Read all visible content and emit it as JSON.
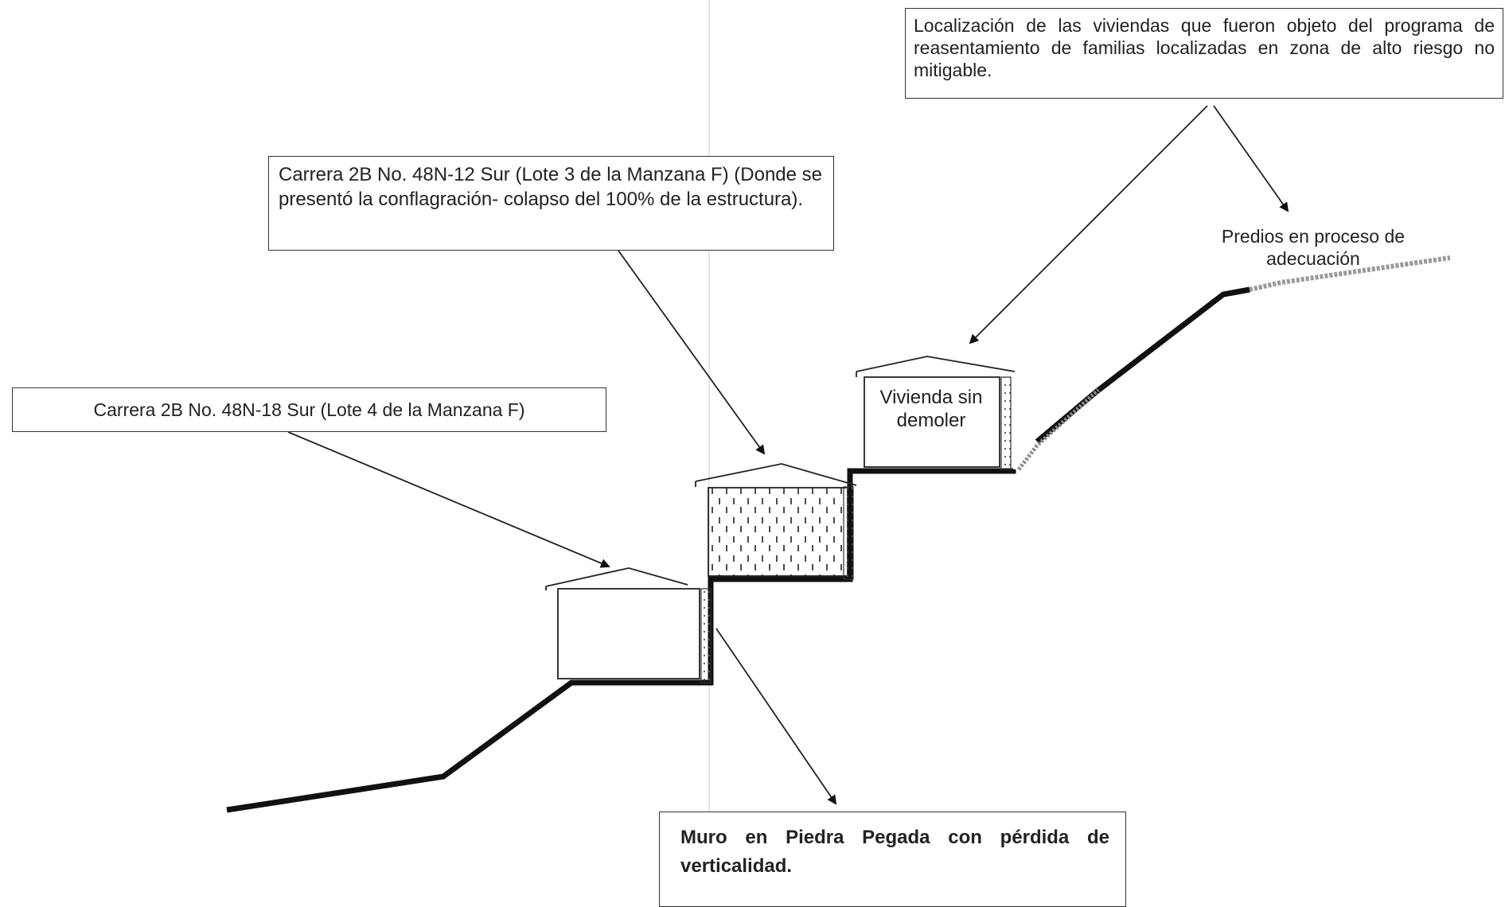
{
  "labels": {
    "top_right_box": "Localización de las viviendas que fueron objeto del programa de reasentamiento de familias localizadas en zona de alto riesgo no mitigable.",
    "lote3_box": "Carrera 2B No. 48N-12 Sur (Lote 3 de la Manzana F) (Donde se presentó la conflagración- colapso del 100% de la estructura).",
    "lote4_box": "Carrera 2B No. 48N-18 Sur (Lote 4 de la Manzana F)",
    "muro_box": "Muro en Piedra Pegada con pérdida de verticalidad.",
    "predios_label": "Predios en proceso de adecuación",
    "vivienda_label": "Vivienda sin demoler"
  },
  "colors": {
    "ink": "#222222",
    "ground_line": "#111111",
    "hatch_gray": "#9a9a9a",
    "box_border": "#333333"
  }
}
